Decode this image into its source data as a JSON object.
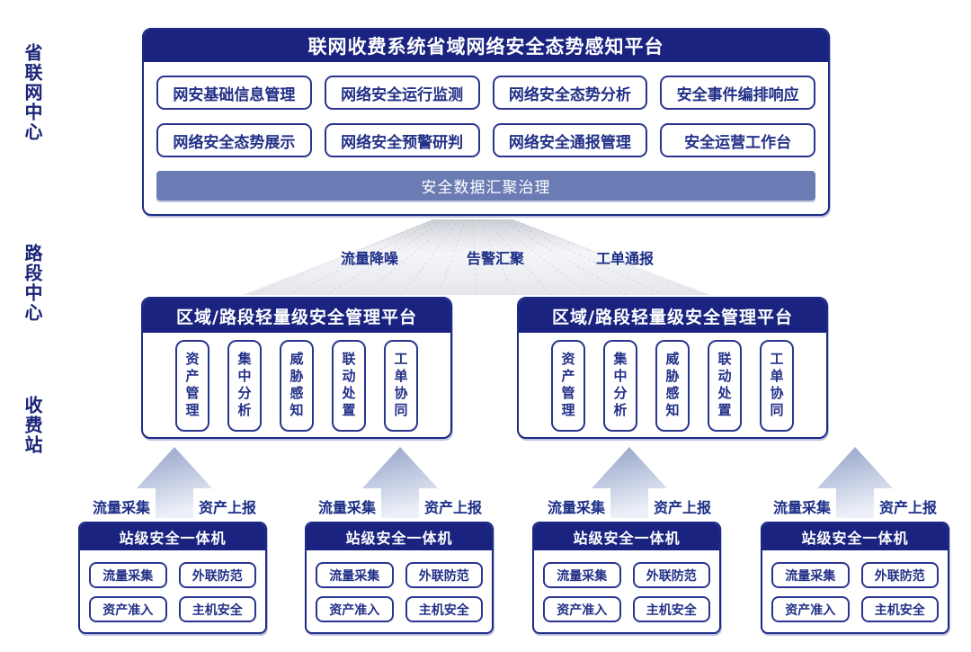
{
  "rail": {
    "items": [
      "省联网中心",
      "路段中心",
      "收费站"
    ]
  },
  "province_platform": {
    "title": "联网收费系统省域网络安全态势感知平台",
    "modules_row1": [
      "网安基础信息管理",
      "网络安全运行监测",
      "网络安全态势分析",
      "安全事件编排响应"
    ],
    "modules_row2": [
      "网络安全态势展示",
      "网络安全预警研判",
      "网络安全通报管理",
      "安全运营工作台"
    ],
    "data_bar": "安全数据汇聚治理"
  },
  "flow_labels": [
    "流量降噪",
    "告警汇聚",
    "工单通报"
  ],
  "section_platforms": [
    {
      "title": "区域/路段轻量级安全管理平台",
      "modules": [
        "资产管理",
        "集中分析",
        "威胁感知",
        "联动处置",
        "工单协同"
      ]
    },
    {
      "title": "区域/路段轻量级安全管理平台",
      "modules": [
        "资产管理",
        "集中分析",
        "威胁感知",
        "联动处置",
        "工单协同"
      ]
    }
  ],
  "uplink_labels": {
    "left": "流量采集",
    "right": "资产上报"
  },
  "stations": [
    {
      "title": "站级安全一体机",
      "modules": [
        "流量采集",
        "外联防范",
        "资产准入",
        "主机安全"
      ]
    },
    {
      "title": "站级安全一体机",
      "modules": [
        "流量采集",
        "外联防范",
        "资产准入",
        "主机安全"
      ]
    },
    {
      "title": "站级安全一体机",
      "modules": [
        "流量采集",
        "外联防范",
        "资产准入",
        "主机安全"
      ]
    },
    {
      "title": "站级安全一体机",
      "modules": [
        "流量采集",
        "外联防范",
        "资产准入",
        "主机安全"
      ]
    }
  ],
  "colors": {
    "navy": "#1a2380",
    "box_border": "#2a3590",
    "box_text": "#223087",
    "slate_bar": "#6b7cb4",
    "arrow_top": "#93a2c8",
    "arrow_bottom": "#edf0f8"
  }
}
